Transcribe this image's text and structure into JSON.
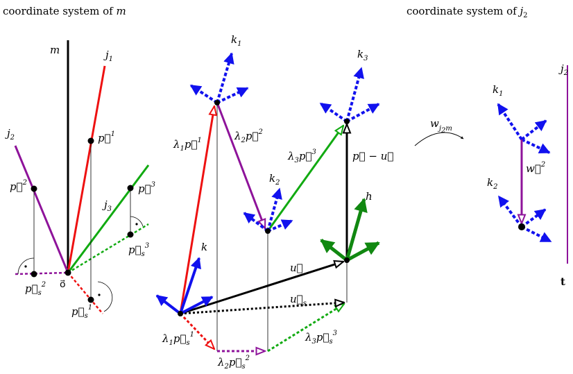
{
  "headers": {
    "left": "coordinate system of",
    "left_sym": "m",
    "right": "coordinate system of",
    "right_sym": "j",
    "right_sub": "2"
  },
  "left": {
    "m": "m",
    "j1": "j",
    "j1_sub": "1",
    "j2": "j",
    "j2_sub": "2",
    "j3": "j",
    "j3_sub": "3",
    "p1": "p⃗",
    "p1_sup": "1",
    "p2": "p⃗",
    "p2_sup": "2",
    "p3": "p⃗",
    "p3_sup": "3",
    "ps1": "p⃗",
    "ps1_sub": "s",
    "ps1_sup": "1",
    "ps2": "p⃗",
    "ps2_sub": "s",
    "ps2_sup": "2",
    "ps3": "p⃗",
    "ps3_sub": "s",
    "ps3_sup": "3",
    "origin": "o⃗"
  },
  "middle": {
    "k1": "k",
    "k1_sub": "1",
    "k2": "k",
    "k2_sub": "2",
    "k3": "k",
    "k3_sub": "3",
    "k": "k",
    "h": "h",
    "lp1": "λ",
    "lp1_sub": "1",
    "lp1_vec": "p⃗",
    "lp1_sup": "1",
    "lp2": "λ",
    "lp2_sub": "2",
    "lp2_vec": "p⃗",
    "lp2_sup": "2",
    "lp3": "λ",
    "lp3_sub": "3",
    "lp3_vec": "p⃗",
    "lp3_sup": "3",
    "pmu": "p⃗ − u⃗",
    "u": "u⃗",
    "us": "u⃗",
    "us_sub": "s",
    "lps1": "λ",
    "lps1_sub": "1",
    "lps1_vec": "p⃗",
    "lps1_s": "s",
    "lps1_sup": "1",
    "lps2": "λ",
    "lps2_sub": "2",
    "lps2_vec": "p⃗",
    "lps2_s": "s",
    "lps2_sup": "2",
    "lps3": "λ",
    "lps3_sub": "3",
    "lps3_vec": "p⃗",
    "lps3_s": "s",
    "lps3_sup": "3"
  },
  "transform": {
    "w": "w",
    "w_sub": "j",
    "w_sub2": "2",
    "w_sub3": "m"
  },
  "right": {
    "j2": "j",
    "j2_sub": "2",
    "k1": "k",
    "k1_sub": "1",
    "k2": "k",
    "k2_sub": "2",
    "w2": "w⃗",
    "w2_sup": "2",
    "t": "t"
  },
  "colors": {
    "red": "#ee1111",
    "purple": "#8e139a",
    "green": "#11aa11",
    "darkgreen": "#118811",
    "blue": "#1111ee",
    "black": "#000000"
  }
}
